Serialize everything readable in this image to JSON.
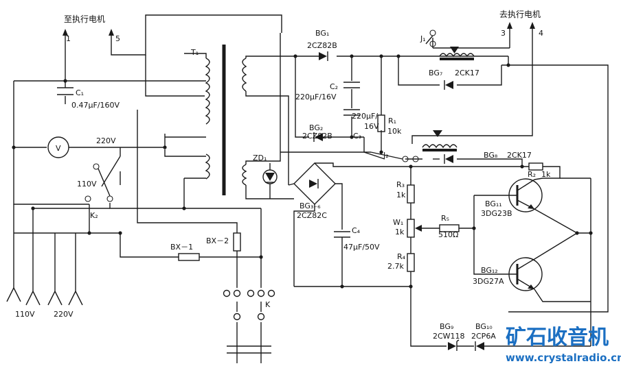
{
  "headings": {
    "to_motor_left": "至执行电机",
    "to_motor_right": "去执行电机"
  },
  "terminals": {
    "t1": "1",
    "t5": "5",
    "t3": "3",
    "t4": "4"
  },
  "components": {
    "T1": "T₁",
    "C1": "C₁",
    "C1_val": "0.47μF/160V",
    "V": "V",
    "BG1": "BG₁",
    "BG1_type": "2CZ82B",
    "BG2": "BG₂",
    "BG2_type": "2CZ82B",
    "C2_val": "220μF/16V",
    "C2": "C₂",
    "C3_val_a": "220μF/",
    "C3_val_b": "16V",
    "C3": "C₃",
    "R1": "R₁",
    "R1_val": "10k",
    "J1": "J₁",
    "J2": "J₂",
    "BG7": "BG₇",
    "BG7_type": "2CK17",
    "BG8": "BG₈",
    "BG8_type": "2CK17",
    "ZD1": "ZD₁",
    "BG36": "BG₃₋₆",
    "BG36_type": "2CZ82C",
    "C4": "C₄",
    "C4_val": "47μF/50V",
    "R3": "R₃",
    "R3_val": "1k",
    "W1": "W₁",
    "W1_val": "1k",
    "R4": "R₄",
    "R4_val": "2.7k",
    "R5": "R₅",
    "R5_val": "510Ω",
    "R2": "R₂",
    "R2_val": "1k",
    "BG11": "BG₁₁",
    "BG11_type": "3DG23B",
    "BG12": "BG₁₂",
    "BG12_type": "3DG27A",
    "BG9": "BG₉",
    "BG9_type": "2CW118",
    "BG10": "BG₁₀",
    "BG10_type": "2CP6A",
    "sw_220": "220V",
    "sw_110": "110V",
    "K2": "K₂",
    "BX1": "BX－1",
    "BX2": "BX－2",
    "K": "K",
    "in_110": "110V",
    "in_220": "220V"
  },
  "watermark": {
    "name": "矿石收音机",
    "url": "www.crystalradio.cn"
  }
}
